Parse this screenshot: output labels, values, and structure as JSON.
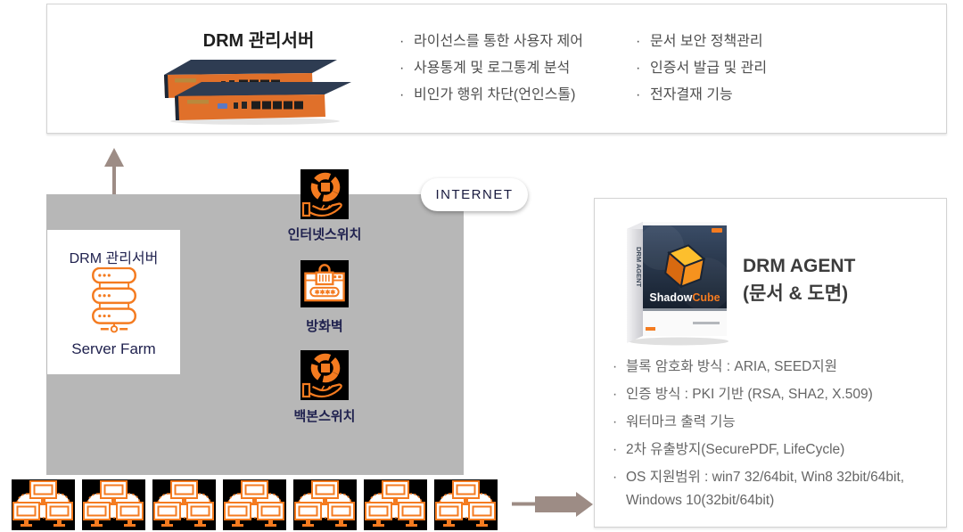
{
  "ui": {
    "bullet": "·"
  },
  "top_panel": {
    "title": "DRM 관리서버",
    "features_col1": [
      "라이선스를 통한 사용자 제어",
      "사용통계 및 로그통계 분석",
      "비인가 행위 차단(언인스톨)"
    ],
    "features_col2": [
      "문서 보안 정책관리",
      "인증서 발급 및 관리",
      "전자결재 기능"
    ]
  },
  "internet_badge": {
    "label": "INTERNET"
  },
  "network_zone": {
    "server_farm": {
      "title": "DRM 관리서버",
      "label": "Server Farm"
    },
    "nodes": [
      {
        "label": "인터넷스위치",
        "icon": "hand-switch-icon"
      },
      {
        "label": "방화벽",
        "icon": "firewall-lock-icon"
      },
      {
        "label": "백본스위치",
        "icon": "hand-switch-icon"
      }
    ],
    "client_icon_count": 7
  },
  "agent_panel": {
    "box_art": {
      "brand_white": "Shadow",
      "brand_orange": "Cube"
    },
    "title_line1": "DRM AGENT",
    "title_line2": "(문서 & 도면)",
    "features": [
      "블록 암호화 방식 : ARIA, SEED지원",
      "인증 방식 : PKI 기반 (RSA, SHA2, X.509)",
      "워터마크 출력 기능",
      "2차 유출방지(SecurePDF, LifeCycle)",
      "OS 지원범위 : win7 32/64bit, Win8 32bit/64bit, Windows 10(32bit/64bit)"
    ]
  },
  "colors": {
    "accent_orange": "#f47b20",
    "navy_text": "#20224f",
    "zone_gray": "#b7b7b7",
    "arrow_taupe": "#9d8c85",
    "panel_border": "#d3d3d3"
  }
}
